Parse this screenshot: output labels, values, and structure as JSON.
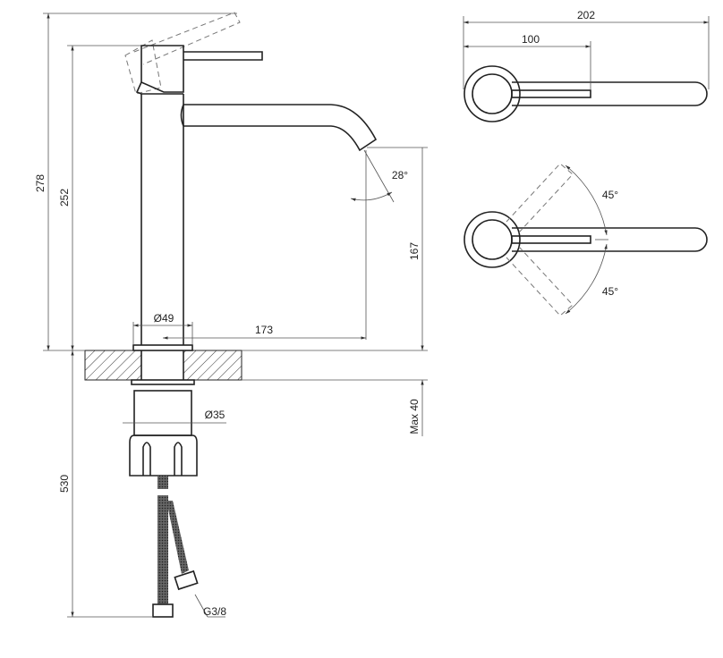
{
  "side_view": {
    "height_total": "278",
    "height_body": "252",
    "spout_height": "167",
    "spout_reach": "173",
    "body_diameter": "Ø49",
    "spout_angle": "28°",
    "countertop_thickness": "Max 40",
    "shank_diameter": "Ø35",
    "hose_length": "530",
    "hose_thread": "G3/8"
  },
  "top_view": {
    "overall_length": "202",
    "lever_length": "100",
    "rotation_up": "45°",
    "rotation_down": "45°"
  }
}
